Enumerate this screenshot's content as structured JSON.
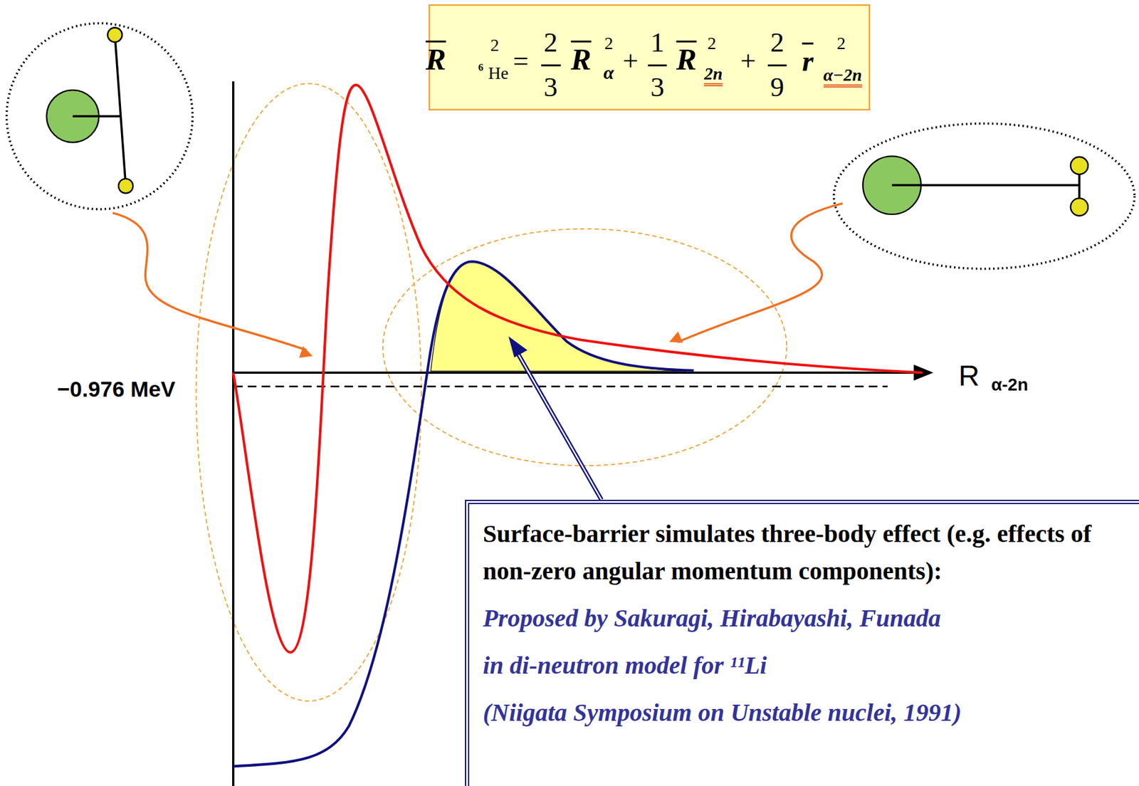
{
  "diagram": {
    "nodes": [
      {
        "text": [
          "R",
          "6",
          "He",
          "2",
          "=",
          "2",
          "3",
          "R",
          "2",
          "α",
          "+",
          "1",
          "3",
          "R",
          "2",
          "2n",
          "+",
          "2",
          "9",
          "r",
          "2",
          "α−2n"
        ]
      },
      {
        "text": [
          "Surface-barrier simulates three-body effect (e.g. effects of non-zero angular momentum components):",
          "Proposed by Sakuragi, Hirabayashi, Funada",
          "in di-neutron model for ¹¹Li",
          "(Niigata Symposium on Unstable nuclei, 1991)"
        ]
      }
    ],
    "labels": [
      "−0.976 MeV",
      "R",
      "α-2n"
    ]
  }
}
